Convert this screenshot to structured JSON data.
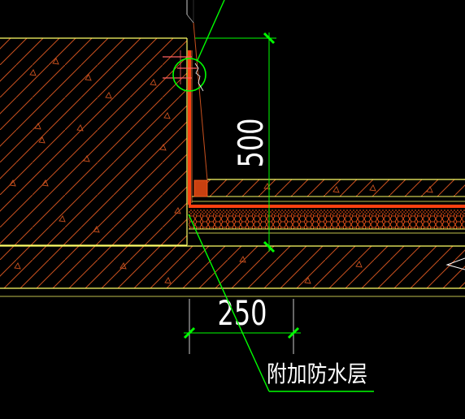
{
  "drawing": {
    "dimensions": {
      "vertical_value": "500",
      "horizontal_value": "250"
    },
    "callout": {
      "label": "附加防水层"
    }
  },
  "colors": {
    "background": "#000000",
    "concrete_outline": "#ffff66",
    "hatch": "#c8501e",
    "waterproof_layer": "#ff4010",
    "dimension_line": "#00ff00",
    "leader_line": "#00ff00",
    "text": "#ffffff",
    "extension_line": "#ffffff"
  }
}
